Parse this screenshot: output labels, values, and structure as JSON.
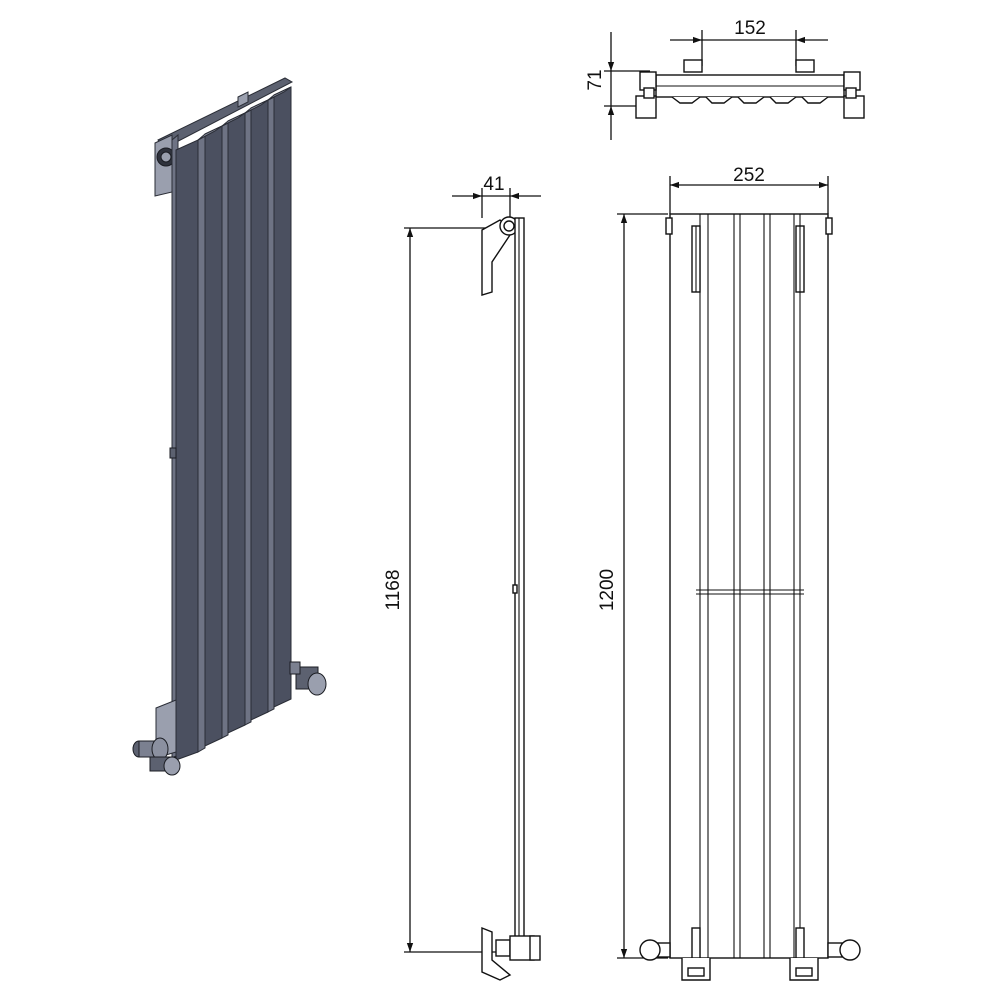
{
  "dimensions": {
    "top_view_width": "152",
    "top_view_depth": "71",
    "side_view_depth": "41",
    "side_view_height": "1168",
    "front_view_width": "252",
    "front_view_height": "1200"
  }
}
